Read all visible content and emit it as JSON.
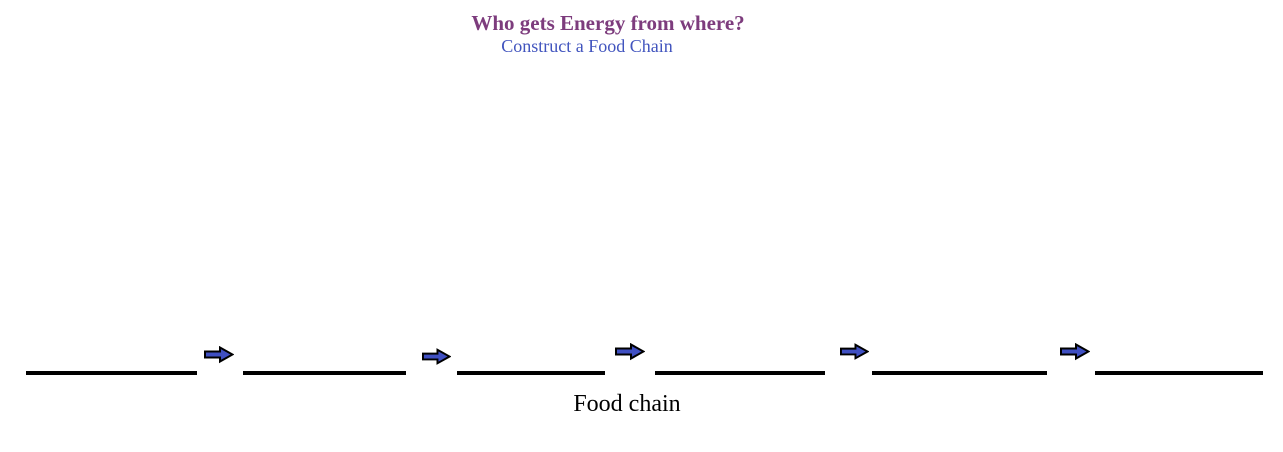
{
  "slide": {
    "title": "Who gets Energy from where?",
    "subtitle": "Construct a Food Chain",
    "colors": {
      "background": "#FFFFFF",
      "title": "#7D3C7D",
      "subtitle": "#4154BE",
      "arrow_fill": "#3F4FC2",
      "arrow_outline": "#000000",
      "blank_line": "#000000",
      "label": "#000000"
    }
  },
  "food_chain": {
    "label": "Food chain",
    "blank_count": 6,
    "arrow_count": 5,
    "blanks": [
      "",
      "",
      "",
      "",
      "",
      ""
    ],
    "arrows": [
      "right-arrow",
      "right-arrow",
      "right-arrow",
      "right-arrow",
      "right-arrow"
    ]
  }
}
